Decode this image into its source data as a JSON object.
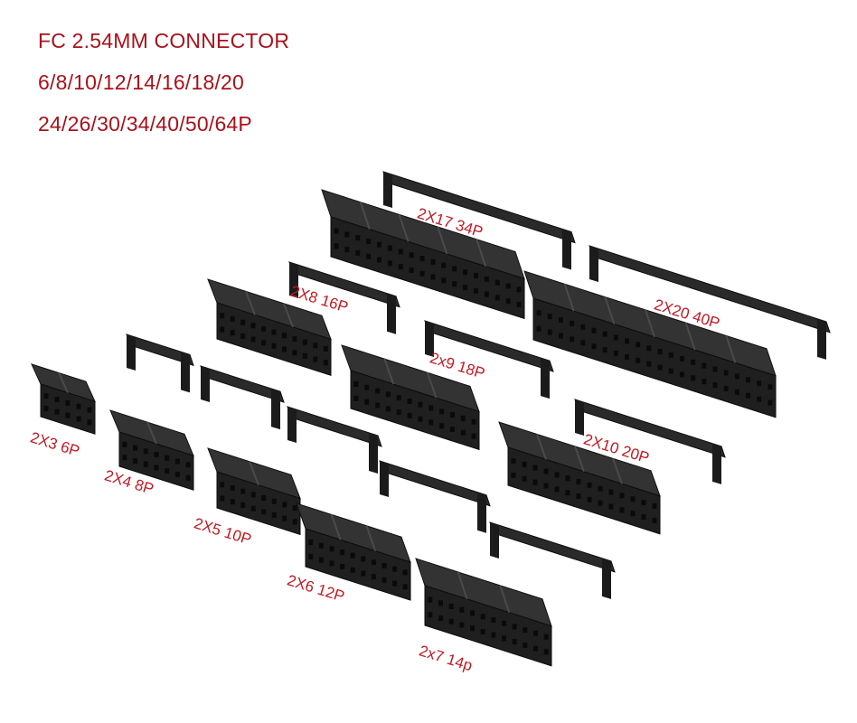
{
  "heading": {
    "line1": "FC 2.54MM CONNECTOR",
    "line2": "6/8/10/12/14/16/18/20",
    "line3": "24/26/30/34/40/50/64P"
  },
  "connectors": [
    {
      "id": "2x3",
      "label": "2X3 6P",
      "rows": 2,
      "cols": 3
    },
    {
      "id": "2x4",
      "label": "2X4 8P",
      "rows": 2,
      "cols": 4
    },
    {
      "id": "2x5",
      "label": "2X5 10P",
      "rows": 2,
      "cols": 5
    },
    {
      "id": "2x6",
      "label": "2X6 12P",
      "rows": 2,
      "cols": 6
    },
    {
      "id": "2x7",
      "label": "2x7 14p",
      "rows": 2,
      "cols": 7
    },
    {
      "id": "2x8",
      "label": "2X8 16P",
      "rows": 2,
      "cols": 8
    },
    {
      "id": "2x9",
      "label": "2x9 18P",
      "rows": 2,
      "cols": 9
    },
    {
      "id": "2x10",
      "label": "2X10 20P",
      "rows": 2,
      "cols": 10
    },
    {
      "id": "2x17",
      "label": "2X17 34P",
      "rows": 2,
      "cols": 17
    },
    {
      "id": "2x20",
      "label": "2X20 40P",
      "rows": 2,
      "cols": 20
    }
  ],
  "colors": {
    "text": "#a8121b",
    "body": "#1f1f1f",
    "top": "#333333",
    "hole": "#0a0a0a"
  }
}
